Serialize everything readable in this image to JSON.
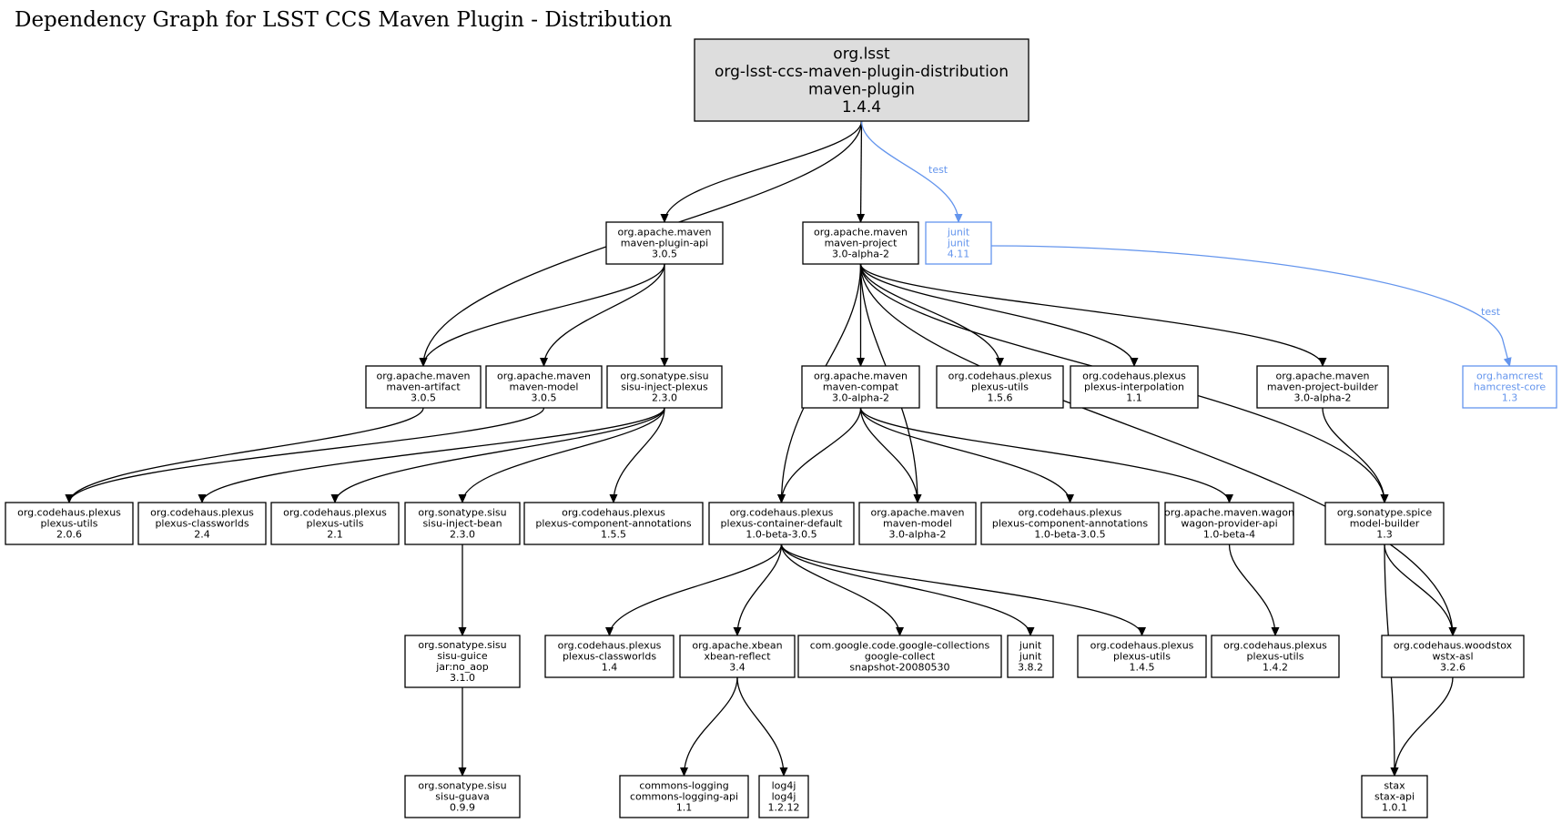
{
  "title": "Dependency Graph for LSST CCS Maven Plugin - Distribution",
  "colors": {
    "compile": "#000000",
    "test": "#6495ed",
    "root_fill": "#dddddd"
  },
  "nodes": [
    {
      "id": "root",
      "style": "root",
      "lines": [
        "org.lsst",
        "org-lsst-ccs-maven-plugin-distribution",
        "maven-plugin",
        "1.4.4"
      ]
    },
    {
      "id": "plugin-api",
      "lines": [
        "org.apache.maven",
        "maven-plugin-api",
        "3.0.5"
      ]
    },
    {
      "id": "maven-project",
      "lines": [
        "org.apache.maven",
        "maven-project",
        "3.0-alpha-2"
      ]
    },
    {
      "id": "junit-411",
      "style": "test",
      "lines": [
        "junit",
        "junit",
        "4.11"
      ]
    },
    {
      "id": "artifact",
      "lines": [
        "org.apache.maven",
        "maven-artifact",
        "3.0.5"
      ]
    },
    {
      "id": "model-305",
      "lines": [
        "org.apache.maven",
        "maven-model",
        "3.0.5"
      ]
    },
    {
      "id": "inject-plexus",
      "lines": [
        "org.sonatype.sisu",
        "sisu-inject-plexus",
        "2.3.0"
      ]
    },
    {
      "id": "compat",
      "lines": [
        "org.apache.maven",
        "maven-compat",
        "3.0-alpha-2"
      ]
    },
    {
      "id": "plexus-utils-156",
      "lines": [
        "org.codehaus.plexus",
        "plexus-utils",
        "1.5.6"
      ]
    },
    {
      "id": "interpolation",
      "lines": [
        "org.codehaus.plexus",
        "plexus-interpolation",
        "1.1"
      ]
    },
    {
      "id": "project-builder",
      "lines": [
        "org.apache.maven",
        "maven-project-builder",
        "3.0-alpha-2"
      ]
    },
    {
      "id": "hamcrest",
      "style": "test",
      "lines": [
        "org.hamcrest",
        "hamcrest-core",
        "1.3"
      ]
    },
    {
      "id": "plexus-utils-206",
      "lines": [
        "org.codehaus.plexus",
        "plexus-utils",
        "2.0.6"
      ]
    },
    {
      "id": "classworlds-24",
      "lines": [
        "org.codehaus.plexus",
        "plexus-classworlds",
        "2.4"
      ]
    },
    {
      "id": "plexus-utils-21",
      "lines": [
        "org.codehaus.plexus",
        "plexus-utils",
        "2.1"
      ]
    },
    {
      "id": "inject-bean",
      "lines": [
        "org.sonatype.sisu",
        "sisu-inject-bean",
        "2.3.0"
      ]
    },
    {
      "id": "annotations-155",
      "lines": [
        "org.codehaus.plexus",
        "plexus-component-annotations",
        "1.5.5"
      ]
    },
    {
      "id": "container-default",
      "lines": [
        "org.codehaus.plexus",
        "plexus-container-default",
        "1.0-beta-3.0.5"
      ]
    },
    {
      "id": "model-alpha2",
      "lines": [
        "org.apache.maven",
        "maven-model",
        "3.0-alpha-2"
      ]
    },
    {
      "id": "annotations-beta",
      "lines": [
        "org.codehaus.plexus",
        "plexus-component-annotations",
        "1.0-beta-3.0.5"
      ]
    },
    {
      "id": "wagon",
      "lines": [
        "org.apache.maven.wagon",
        "wagon-provider-api",
        "1.0-beta-4"
      ]
    },
    {
      "id": "spice",
      "lines": [
        "org.sonatype.spice",
        "model-builder",
        "1.3"
      ]
    },
    {
      "id": "sisu-guice",
      "lines": [
        "org.sonatype.sisu",
        "sisu-guice",
        "jar:no_aop",
        "3.1.0"
      ]
    },
    {
      "id": "classworlds-14",
      "lines": [
        "org.codehaus.plexus",
        "plexus-classworlds",
        "1.4"
      ]
    },
    {
      "id": "xbean",
      "lines": [
        "org.apache.xbean",
        "xbean-reflect",
        "3.4"
      ]
    },
    {
      "id": "google-collect",
      "lines": [
        "com.google.code.google-collections",
        "google-collect",
        "snapshot-20080530"
      ]
    },
    {
      "id": "junit-382",
      "lines": [
        "junit",
        "junit",
        "3.8.2"
      ]
    },
    {
      "id": "plexus-utils-145",
      "lines": [
        "org.codehaus.plexus",
        "plexus-utils",
        "1.4.5"
      ]
    },
    {
      "id": "plexus-utils-142",
      "lines": [
        "org.codehaus.plexus",
        "plexus-utils",
        "1.4.2"
      ]
    },
    {
      "id": "wstx",
      "lines": [
        "org.codehaus.woodstox",
        "wstx-asl",
        "3.2.6"
      ]
    },
    {
      "id": "sisu-guava",
      "lines": [
        "org.sonatype.sisu",
        "sisu-guava",
        "0.9.9"
      ]
    },
    {
      "id": "commons-logging",
      "lines": [
        "commons-logging",
        "commons-logging-api",
        "1.1"
      ]
    },
    {
      "id": "log4j",
      "lines": [
        "log4j",
        "log4j",
        "1.2.12"
      ]
    },
    {
      "id": "stax",
      "lines": [
        "stax",
        "stax-api",
        "1.0.1"
      ]
    }
  ],
  "edges": [
    {
      "from": "root",
      "to": "artifact"
    },
    {
      "from": "root",
      "to": "plugin-api"
    },
    {
      "from": "root",
      "to": "maven-project"
    },
    {
      "from": "root",
      "to": "junit-411",
      "scope": "test",
      "label": "test"
    },
    {
      "from": "junit-411",
      "to": "hamcrest",
      "scope": "test",
      "label": "test"
    },
    {
      "from": "plugin-api",
      "to": "artifact"
    },
    {
      "from": "plugin-api",
      "to": "model-305"
    },
    {
      "from": "plugin-api",
      "to": "inject-plexus"
    },
    {
      "from": "maven-project",
      "to": "container-default"
    },
    {
      "from": "maven-project",
      "to": "model-alpha2"
    },
    {
      "from": "maven-project",
      "to": "compat"
    },
    {
      "from": "maven-project",
      "to": "spice"
    },
    {
      "from": "maven-project",
      "to": "plexus-utils-156"
    },
    {
      "from": "maven-project",
      "to": "interpolation"
    },
    {
      "from": "maven-project",
      "to": "project-builder"
    },
    {
      "from": "maven-project",
      "to": "wstx"
    },
    {
      "from": "artifact",
      "to": "plexus-utils-206"
    },
    {
      "from": "model-305",
      "to": "plexus-utils-206"
    },
    {
      "from": "inject-plexus",
      "to": "classworlds-24"
    },
    {
      "from": "inject-plexus",
      "to": "plexus-utils-21"
    },
    {
      "from": "inject-plexus",
      "to": "inject-bean"
    },
    {
      "from": "inject-plexus",
      "to": "annotations-155"
    },
    {
      "from": "compat",
      "to": "container-default"
    },
    {
      "from": "compat",
      "to": "model-alpha2"
    },
    {
      "from": "compat",
      "to": "annotations-beta"
    },
    {
      "from": "compat",
      "to": "wagon"
    },
    {
      "from": "project-builder",
      "to": "spice"
    },
    {
      "from": "inject-bean",
      "to": "sisu-guice"
    },
    {
      "from": "sisu-guice",
      "to": "sisu-guava"
    },
    {
      "from": "container-default",
      "to": "classworlds-14"
    },
    {
      "from": "container-default",
      "to": "xbean"
    },
    {
      "from": "container-default",
      "to": "google-collect"
    },
    {
      "from": "container-default",
      "to": "junit-382"
    },
    {
      "from": "container-default",
      "to": "plexus-utils-145"
    },
    {
      "from": "wagon",
      "to": "plexus-utils-142"
    },
    {
      "from": "spice",
      "to": "wstx"
    },
    {
      "from": "spice",
      "to": "stax"
    },
    {
      "from": "xbean",
      "to": "commons-logging"
    },
    {
      "from": "xbean",
      "to": "log4j"
    },
    {
      "from": "wstx",
      "to": "stax"
    }
  ]
}
